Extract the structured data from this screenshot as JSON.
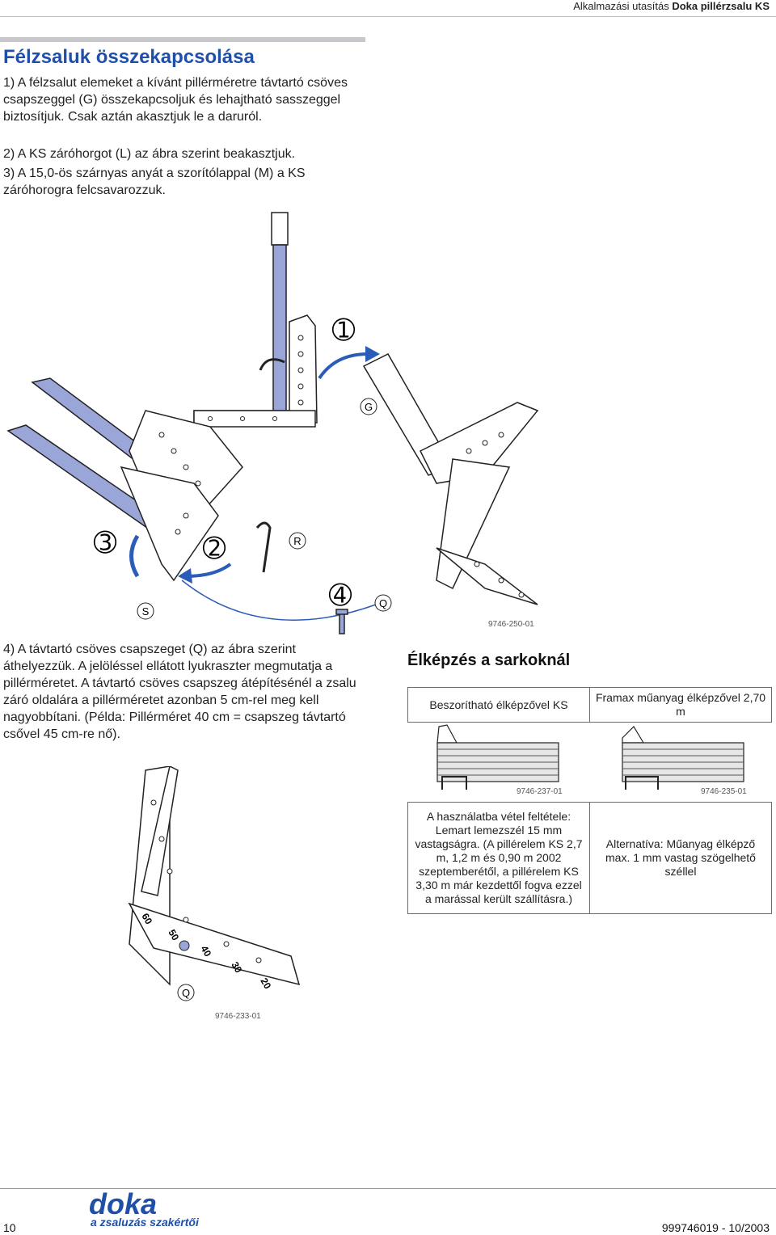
{
  "header": {
    "title_normal": "Alkalmazási utasítás",
    "title_bold": "Doka pillérzsalu KS"
  },
  "section": {
    "title": "Félzsaluk összekapcsolása",
    "p1": "1) A félzsalut elemeket a kívánt pillérméretre távtartó csöves csapszeggel (G) összekapcsoljuk és lehajtható sasszeggel biztosítjuk. Csak aztán akasztjuk le a daruról.",
    "p2": "2) A KS záróhorgot (L) az ábra szerint beakasztjuk.",
    "p3": "3) A 15,0-ös szárnyas anyát a szorítólappal (M) a KS záróhorogra felcsavarozzuk.",
    "p4": "4) A távtartó csöves csapszeget (Q) az ábra szerint áthelyezzük. A jelöléssel ellátott lyukraszter megmutatja a pillérméretet. A távtartó csöves csapszeg átépítésénél a zsalu záró oldalára a pillérméretet azonban 5 cm-rel meg kell nagyobbítani. (Példa: Pillérméret 40 cm = csapszeg távtartó csővel 45 cm-re nő)."
  },
  "figure1": {
    "step1": "➀",
    "step2": "➁",
    "step3": "➂",
    "step4": "➃",
    "label_g": "G",
    "label_r": "R",
    "label_s": "S",
    "label_q": "Q",
    "code": "9746-250-01"
  },
  "figure2": {
    "label_q": "Q",
    "marks": [
      "60",
      "50",
      "40",
      "30",
      "20"
    ],
    "code": "9746-233-01"
  },
  "elk": {
    "title": "Élképzés a sarkoknál",
    "col1_head": "Beszorítható élképzővel KS",
    "col2_head": "Framax műanyag élképzővel 2,70 m",
    "code1": "9746-237-01",
    "code2": "9746-235-01",
    "col1_note": "A használatba vétel feltétele: Lemart lemezszél 15 mm vastagságra. (A pillérelem KS 2,7 m, 1,2 m és 0,90 m 2002 szeptemberétől, a pillérelem KS 3,30 m már kezdettől fogva ezzel a marással került szállításra.)",
    "col2_note": "Alternatíva: Műanyag élképző max. 1 mm vastag szögelhető széllel"
  },
  "footer": {
    "page": "10",
    "logo": "doka",
    "tagline": "a zsaluzás szakértői",
    "doc_id": "999746019 - 10/2003"
  },
  "colors": {
    "brand_blue": "#1f4fa8",
    "steel_blue": "#9aa6d8",
    "arrow_blue": "#2a5cb8"
  }
}
